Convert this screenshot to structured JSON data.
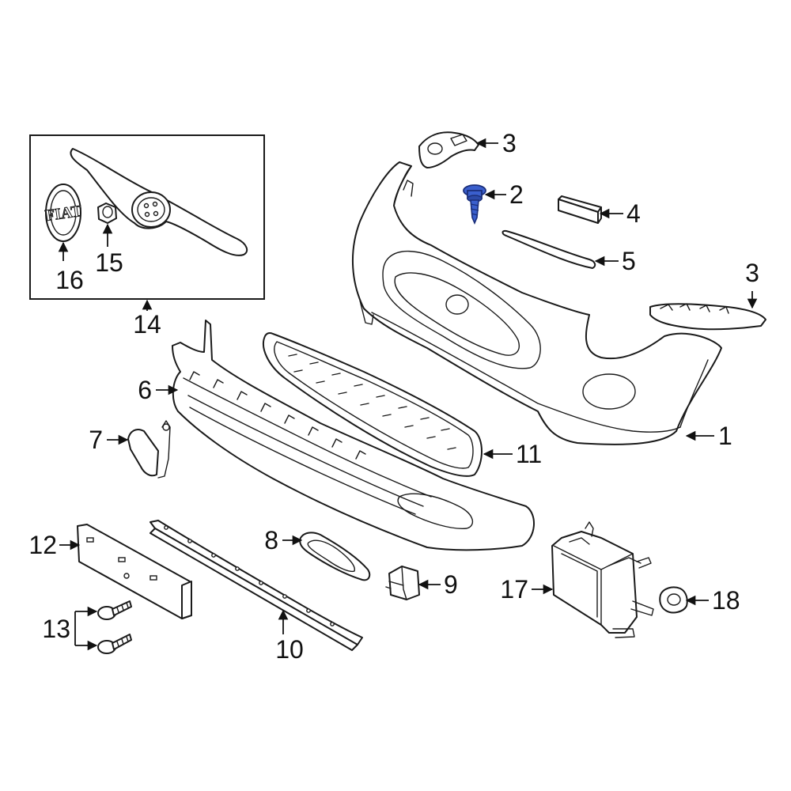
{
  "colors": {
    "line": "#1a1a1a",
    "highlight_fill": "#3a5fcd",
    "highlight_stroke": "#1b2f7a",
    "background": "#ffffff"
  },
  "emblem_text": "FIAT",
  "callouts": {
    "c1": "1",
    "c2": "2",
    "c3a": "3",
    "c3b": "3",
    "c4": "4",
    "c5": "5",
    "c6": "6",
    "c7": "7",
    "c8": "8",
    "c9": "9",
    "c10": "10",
    "c11": "11",
    "c12": "12",
    "c13": "13",
    "c14": "14",
    "c15": "15",
    "c16": "16",
    "c17": "17",
    "c18": "18"
  },
  "highlighted_part": "2"
}
